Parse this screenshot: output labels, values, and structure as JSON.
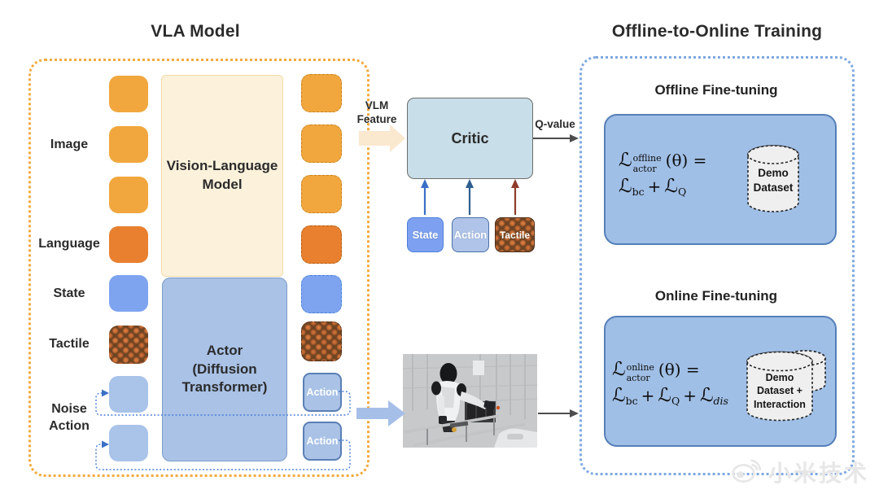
{
  "colors": {
    "orange_token": "#F1A73E",
    "dark_orange_token": "#E8802F",
    "blue_token": "#7EA4F0",
    "noise_token": "#A9C3E9",
    "tactile_base": "#6E4423",
    "vlm_box_bg": "#FCF2DC",
    "actor_box_bg": "#A9C2E6",
    "critic_box_bg": "#C8DEE8",
    "train_box_bg": "#A0BFE6",
    "dashed_orange": "#F3A93C",
    "dashed_blue": "#7FA8E0",
    "cream_arrow": "#FAE8CF",
    "blue_arrow": "#A6BFE8"
  },
  "vla_panel": {
    "title": "VLA Model",
    "input_labels": [
      "Image",
      "Language",
      "State",
      "Tactile",
      "Noise\nAction"
    ],
    "vlm_box_label": "Vision-Language\nModel",
    "actor_box_label": "Actor\n(Diffusion\nTransformer)",
    "action_token_label": "Action"
  },
  "critic_section": {
    "vlm_feature_label": "VLM\nFeature",
    "critic_label": "Critic",
    "q_value_label": "Q-value",
    "input_boxes": [
      "State",
      "Action",
      "Tactile"
    ]
  },
  "training_panel": {
    "title": "Offline-to-Online Training",
    "offline": {
      "heading": "Offline Fine-tuning",
      "formula": {
        "L": "ℒ",
        "sup": "offline",
        "sub": "actor",
        "eq": "(θ) =",
        "term1": "ℒ",
        "term1_sub": "bc",
        "plus1": "+",
        "term2": "ℒ",
        "term2_sub": "Q"
      },
      "dataset_label": "Demo\nDataset"
    },
    "online": {
      "heading": "Online Fine-tuning",
      "formula": {
        "L": "ℒ",
        "sup": "online",
        "sub": "actor",
        "eq": "(θ) =",
        "term1": "ℒ",
        "term1_sub": "bc",
        "plus1": "+",
        "term2": "ℒ",
        "term2_sub": "Q",
        "plus2": "+",
        "term3": "ℒ",
        "term3_sub": "dis"
      },
      "dataset_label": "Demo\nDataset +\nInteraction"
    }
  },
  "watermark": {
    "text": "小米技术"
  }
}
